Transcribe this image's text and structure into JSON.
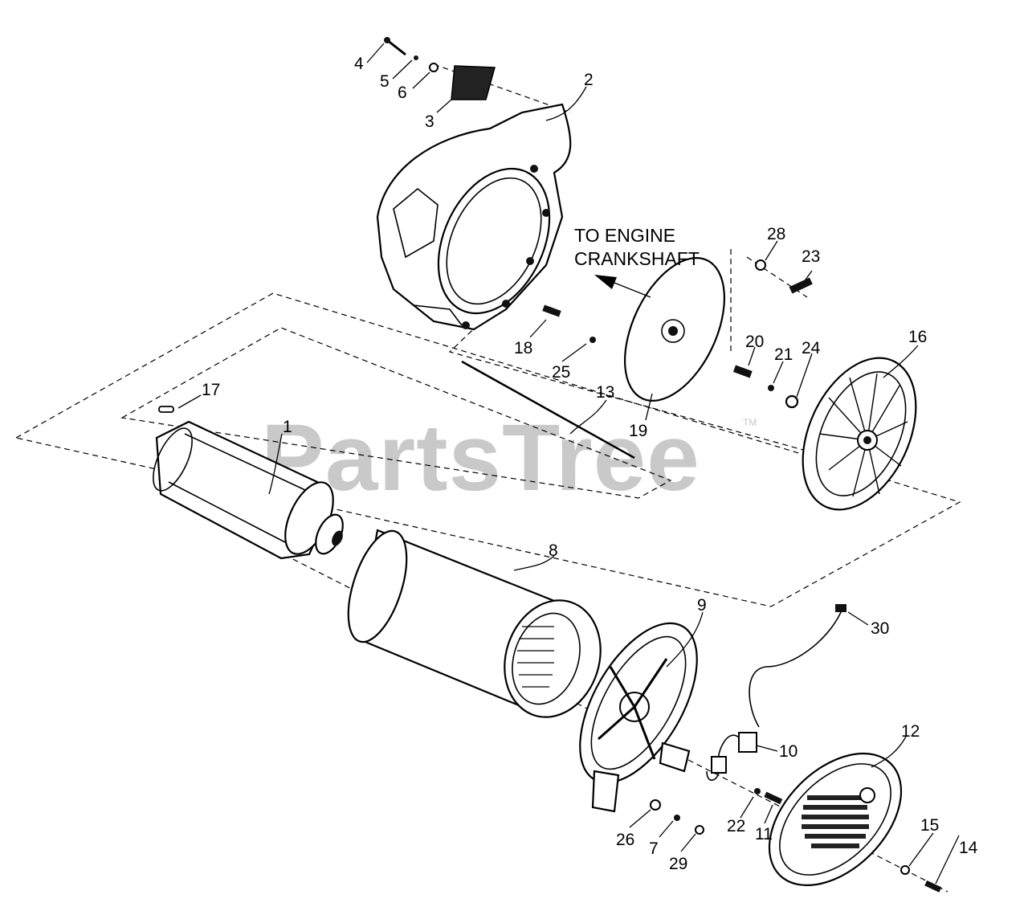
{
  "watermark": {
    "text": "PartsTree",
    "trademark": "TM"
  },
  "callout": {
    "line1": "TO ENGINE",
    "line2": "CRANKSHAFT"
  },
  "parts": [
    {
      "id": "1"
    },
    {
      "id": "2"
    },
    {
      "id": "3"
    },
    {
      "id": "4"
    },
    {
      "id": "5"
    },
    {
      "id": "6"
    },
    {
      "id": "7"
    },
    {
      "id": "8"
    },
    {
      "id": "9"
    },
    {
      "id": "10"
    },
    {
      "id": "11"
    },
    {
      "id": "12"
    },
    {
      "id": "13"
    },
    {
      "id": "14"
    },
    {
      "id": "15"
    },
    {
      "id": "16"
    },
    {
      "id": "17"
    },
    {
      "id": "18"
    },
    {
      "id": "19"
    },
    {
      "id": "20"
    },
    {
      "id": "21"
    },
    {
      "id": "22"
    },
    {
      "id": "23"
    },
    {
      "id": "24"
    },
    {
      "id": "25"
    },
    {
      "id": "26"
    },
    {
      "id": "28"
    },
    {
      "id": "29"
    },
    {
      "id": "30"
    }
  ]
}
